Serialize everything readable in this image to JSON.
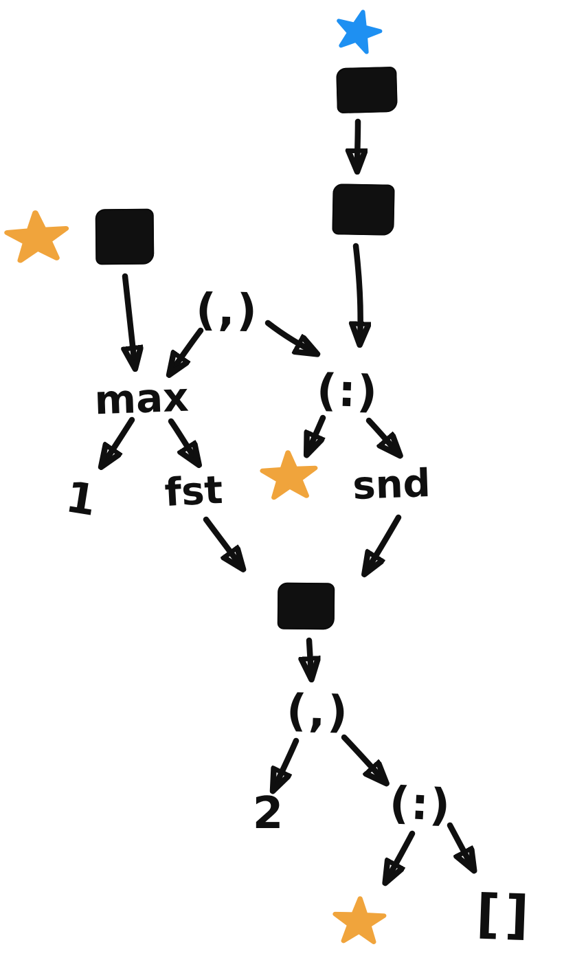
{
  "diagram": {
    "type": "hand-drawn-graph-reduction-diagram",
    "colors": {
      "blue_star": "#1e90f2",
      "orange_star": "#f0a43c",
      "ink": "#0f0f0f"
    },
    "nodes": {
      "star_blue_top": {
        "type": "star",
        "color": "blue"
      },
      "thunk_top": {
        "type": "thunk-square"
      },
      "thunk_right": {
        "type": "thunk-square"
      },
      "star_orange_left": {
        "type": "star",
        "color": "orange"
      },
      "thunk_left": {
        "type": "thunk-square"
      },
      "pair_top": {
        "type": "label",
        "label": "(,)"
      },
      "max": {
        "type": "label",
        "label": "max"
      },
      "cons_top": {
        "type": "label",
        "label": "(:)"
      },
      "one": {
        "type": "label",
        "label": "1"
      },
      "fst": {
        "type": "label",
        "label": "fst"
      },
      "star_orange_mid": {
        "type": "star",
        "color": "orange"
      },
      "snd": {
        "type": "label",
        "label": "snd"
      },
      "thunk_center": {
        "type": "thunk-square"
      },
      "pair_bottom": {
        "type": "label",
        "label": "(,)"
      },
      "two": {
        "type": "label",
        "label": "2"
      },
      "cons_bottom": {
        "type": "label",
        "label": "(:)"
      },
      "star_orange_bottom": {
        "type": "star",
        "color": "orange"
      },
      "nil": {
        "type": "label",
        "label": "[]"
      }
    },
    "edges": [
      {
        "from": "thunk_top",
        "to": "thunk_right"
      },
      {
        "from": "thunk_right",
        "to": "cons_top"
      },
      {
        "from": "thunk_left",
        "to": "max"
      },
      {
        "from": "pair_top",
        "to": "max"
      },
      {
        "from": "pair_top",
        "to": "cons_top"
      },
      {
        "from": "max",
        "to": "one"
      },
      {
        "from": "max",
        "to": "fst"
      },
      {
        "from": "cons_top",
        "to": "star_orange_mid"
      },
      {
        "from": "cons_top",
        "to": "snd"
      },
      {
        "from": "fst",
        "to": "thunk_center"
      },
      {
        "from": "snd",
        "to": "thunk_center"
      },
      {
        "from": "thunk_center",
        "to": "pair_bottom"
      },
      {
        "from": "pair_bottom",
        "to": "two"
      },
      {
        "from": "pair_bottom",
        "to": "cons_bottom"
      },
      {
        "from": "cons_bottom",
        "to": "star_orange_bottom"
      },
      {
        "from": "cons_bottom",
        "to": "nil"
      }
    ]
  }
}
